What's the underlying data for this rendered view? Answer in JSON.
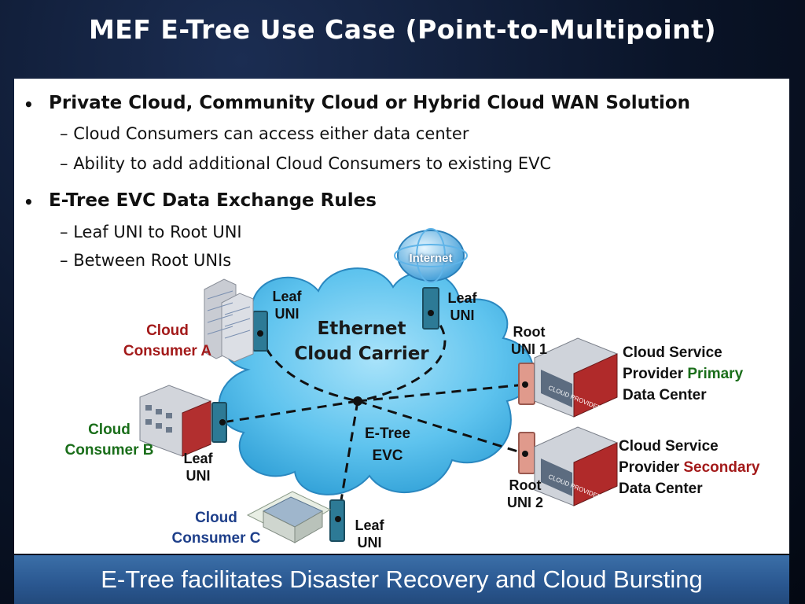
{
  "title": "MEF E-Tree Use Case (Point-to-Multipoint)",
  "bullets": [
    {
      "text": "Private Cloud, Community Cloud or Hybrid Cloud WAN Solution",
      "subs": [
        "Cloud Consumers can access either data center",
        "Ability to add additional Cloud Consumers to existing EVC"
      ]
    },
    {
      "text": "E-Tree EVC Data Exchange Rules",
      "subs": [
        "Leaf UNI to Root UNI",
        "Between Root UNIs"
      ]
    }
  ],
  "diagram": {
    "cloud_label_1": "Ethernet",
    "cloud_label_2": "Cloud Carrier",
    "evc_label_1": "E-Tree",
    "evc_label_2": "EVC",
    "internet": "Internet",
    "leaf1": "Leaf",
    "leaf2": "UNI",
    "root1_line1": "Root",
    "root1_line2": "UNI 1",
    "root2_line1": "Root",
    "root2_line2": "UNI 2",
    "consumer_a_1": "Cloud",
    "consumer_a_2": "Consumer A",
    "consumer_b_1": "Cloud",
    "consumer_b_2": "Consumer B",
    "consumer_c_1": "Cloud",
    "consumer_c_2": "Consumer C",
    "csp_1": "Cloud Service",
    "csp_2": "Provider",
    "primary": "Primary",
    "secondary": "Secondary",
    "csp_3": "Data Center",
    "building_sign": "CLOUD PROVIDER"
  },
  "footer": "E-Tree facilitates Disaster Recovery and Cloud Bursting",
  "colors": {
    "accent_red": "#a31a1a",
    "accent_green": "#1a6e1a",
    "cloud": "#5ec3ee",
    "footer": "#2a5790"
  }
}
